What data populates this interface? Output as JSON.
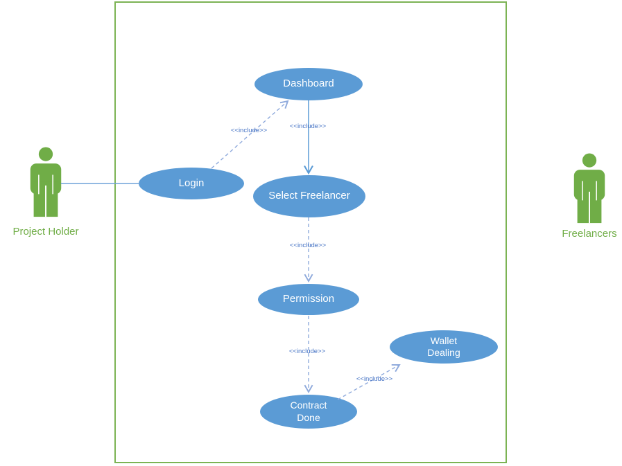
{
  "diagram_type": "uml-use-case",
  "actors": [
    {
      "id": "project-holder",
      "name": "Project Holder"
    },
    {
      "id": "freelancers",
      "name": "Freelancers"
    }
  ],
  "use_cases": [
    {
      "id": "dashboard",
      "label": "Dashboard"
    },
    {
      "id": "login",
      "label": "Login"
    },
    {
      "id": "select-freelancer",
      "label": "Select Freelancer"
    },
    {
      "id": "permission",
      "label": "Permission"
    },
    {
      "id": "wallet-dealing",
      "label": "Wallet Dealing"
    },
    {
      "id": "contract-done",
      "label": "Contract Done"
    }
  ],
  "relationships": [
    {
      "from": "Project Holder",
      "to": "Login",
      "type": "association",
      "style": "solid",
      "label": ""
    },
    {
      "from": "Login",
      "to": "Dashboard",
      "type": "include",
      "style": "dashed",
      "label": "<<include>>"
    },
    {
      "from": "Dashboard",
      "to": "Select Freelancer",
      "type": "include",
      "style": "solid",
      "label": "<<include>>"
    },
    {
      "from": "Select Freelancer",
      "to": "Permission",
      "type": "include",
      "style": "dashed",
      "label": "<<include>>"
    },
    {
      "from": "Permission",
      "to": "Contract Done",
      "type": "include",
      "style": "dashed",
      "label": "<<include>>"
    },
    {
      "from": "Contract Done",
      "to": "Wallet Dealing",
      "type": "include",
      "style": "dashed",
      "label": "<<include>>"
    }
  ],
  "labels": {
    "include": "<<include>>"
  },
  "colors": {
    "usecase_fill": "#5b9bd5",
    "usecase_text": "#ffffff",
    "actor_green": "#70ad47",
    "boundary_green": "#7cb354",
    "solid_line_blue": "#5b9bd5",
    "dashed_line_blue": "#8faadc",
    "include_text_blue": "#4472c4",
    "background": "#ffffff"
  }
}
